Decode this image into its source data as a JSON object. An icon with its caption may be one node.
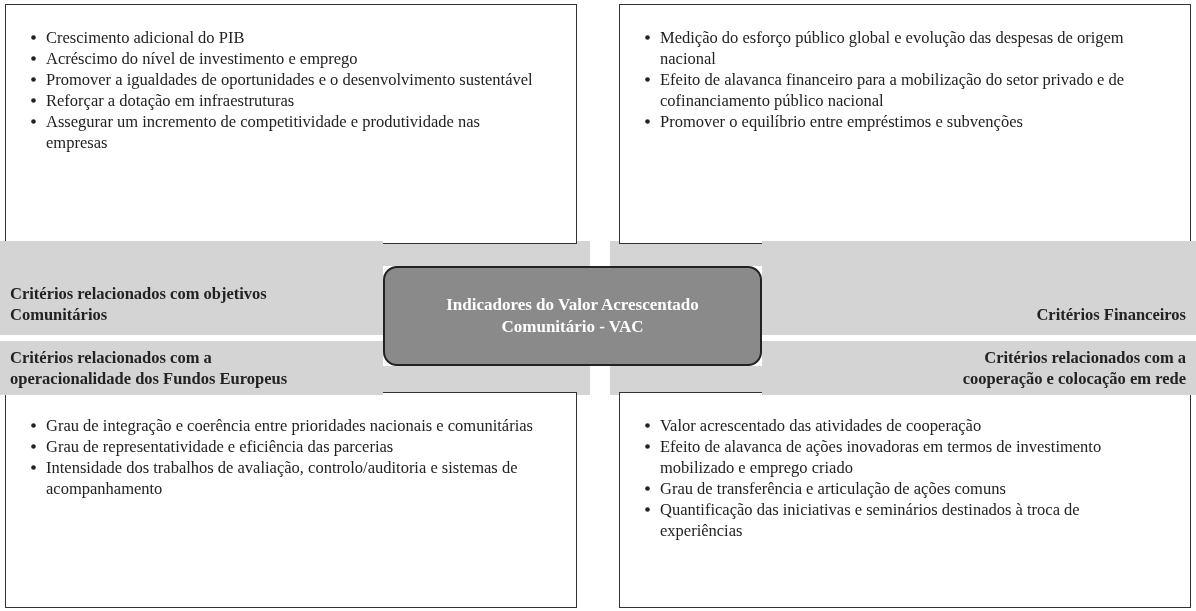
{
  "diagram": {
    "nodes": [
      {
        "text": [
          "Crescimento adicional do PIB",
          "Acréscimo do nível de investimento e emprego",
          "Promover a igualdades de oportunidades e o desenvolvimento sustentável",
          "Reforçar a dotação em infraestruturas",
          "Assegurar um incremento de competitividade e produtividade nas empresas"
        ]
      },
      {
        "text": [
          "Medição do esforço público global e evolução das despesas de origem nacional",
          "Efeito de alavanca financeiro para a mobilização do setor privado e de cofinanciamento público nacional",
          "Promover o equilíbrio entre empréstimos e subvenções"
        ]
      },
      {
        "text": [
          "Critérios relacionados com objetivos Comunitários"
        ]
      },
      {
        "text": [
          "Indicadores do Valor Acrescentado Comunitário - VAC"
        ]
      },
      {
        "text": [
          "Critérios Financeiros"
        ]
      },
      {
        "text": [
          "Critérios relacionados com a operacionalidade dos Fundos Europeus"
        ]
      },
      {
        "text": [
          "Critérios relacionados com a cooperação e colocação em rede"
        ]
      },
      {
        "text": [
          "Grau de integração e coerência entre prioridades nacionais e comunitárias",
          "Grau de representatividade e eficiência das parcerias",
          "Intensidade dos trabalhos de avaliação, controlo/auditoria e sistemas de acompanhamento"
        ]
      },
      {
        "text": [
          "Valor acrescentado das atividades de cooperação",
          "Efeito de alavanca de ações inovadoras em termos de investimento mobilizado e emprego criado",
          "Grau de transferência e articulação de ações comuns",
          "Quantificação das iniciativas e seminários destinados à troca de experiências"
        ]
      }
    ],
    "edges": []
  }
}
